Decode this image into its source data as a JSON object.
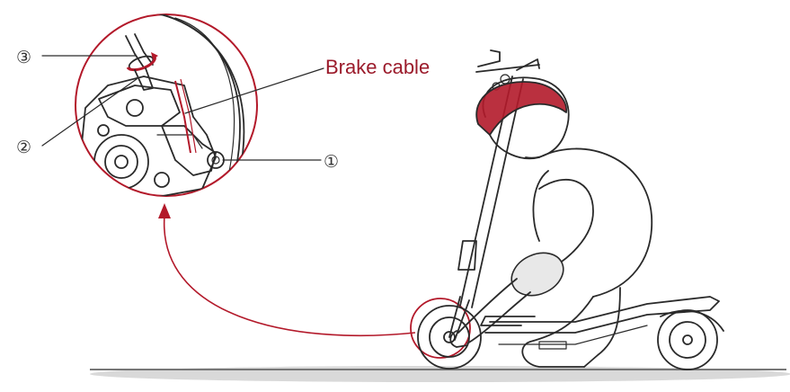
{
  "diagram": {
    "callouts": {
      "brake_cable": "Brake cable",
      "marker_1": "①",
      "marker_2": "②",
      "marker_3": "③"
    },
    "colors": {
      "accent": "#b3192a",
      "line": "#2a2a2a",
      "ground": "#888888"
    }
  }
}
